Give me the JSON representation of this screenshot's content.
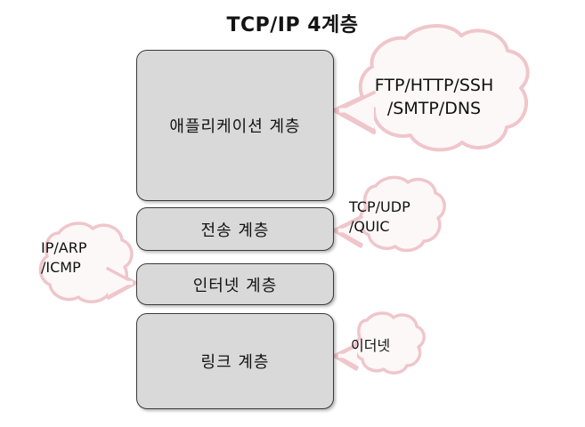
{
  "diagram": {
    "title": "TCP/IP 4계층",
    "background_color": "#ffffff",
    "layer_box_fill": "#d9d9d9",
    "layer_box_border": "#3a3a3a",
    "cloud_outline_color": "#efc6cb",
    "cloud_fill_color": "#fdf8f8",
    "layers": [
      {
        "id": "application",
        "label": "애플리케이션 계층"
      },
      {
        "id": "transport",
        "label": "전송 계층"
      },
      {
        "id": "internet",
        "label": "인터넷 계층"
      },
      {
        "id": "link",
        "label": "링크 계층"
      }
    ],
    "callouts": [
      {
        "id": "application",
        "text": "FTP/HTTP/SSH\n/SMTP/DNS",
        "side": "right"
      },
      {
        "id": "transport",
        "text": "TCP/UDP\n/QUIC",
        "side": "right"
      },
      {
        "id": "internet",
        "text": "IP/ARP\n/ICMP",
        "side": "left"
      },
      {
        "id": "link",
        "text": "이더넷",
        "side": "right"
      }
    ]
  },
  "chart_data": {
    "type": "diagram",
    "title": "TCP/IP 4계층",
    "stack_order_top_to_bottom": [
      "애플리케이션 계층",
      "전송 계층",
      "인터넷 계층",
      "링크 계층"
    ],
    "annotations": [
      {
        "layer": "애플리케이션 계층",
        "protocols": "FTP/HTTP/SSH /SMTP/DNS"
      },
      {
        "layer": "전송 계층",
        "protocols": "TCP/UDP /QUIC"
      },
      {
        "layer": "인터넷 계층",
        "protocols": "IP/ARP /ICMP"
      },
      {
        "layer": "링크 계층",
        "protocols": "이더넷"
      }
    ]
  }
}
